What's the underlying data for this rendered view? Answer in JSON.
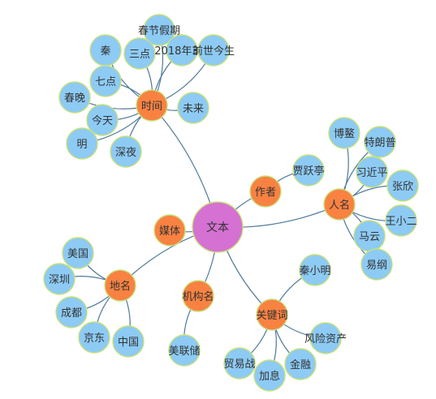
{
  "graph": {
    "center": {
      "id": "wenben",
      "label": "文本"
    },
    "categories": [
      {
        "id": "shijian",
        "label": "时间"
      },
      {
        "id": "zuozhe",
        "label": "作者"
      },
      {
        "id": "renming",
        "label": "人名"
      },
      {
        "id": "meiti",
        "label": "媒体"
      },
      {
        "id": "diming",
        "label": "地名"
      },
      {
        "id": "jigouming",
        "label": "机构名"
      },
      {
        "id": "guanjianci",
        "label": "关键词"
      }
    ],
    "leaves": [
      {
        "id": "chunjiejiaqi",
        "label": "春节假期",
        "parent": "shijian"
      },
      {
        "id": "qin",
        "label": "秦",
        "parent": "shijian"
      },
      {
        "id": "sandian",
        "label": "三点",
        "parent": "shijian"
      },
      {
        "id": "y2018",
        "label": "2018年3点",
        "parent": "shijian"
      },
      {
        "id": "qidian",
        "label": "七点",
        "parent": "shijian"
      },
      {
        "id": "chunwan",
        "label": "春晚",
        "parent": "shijian"
      },
      {
        "id": "qianshi",
        "label": "前世今生",
        "parent": "shijian"
      },
      {
        "id": "jintian",
        "label": "今天",
        "parent": "shijian"
      },
      {
        "id": "weilai",
        "label": "未来",
        "parent": "shijian"
      },
      {
        "id": "ming",
        "label": "明",
        "parent": "shijian"
      },
      {
        "id": "shenye",
        "label": "深夜",
        "parent": "shijian"
      },
      {
        "id": "jiayueting",
        "label": "贾跃亭",
        "parent": "zuozhe"
      },
      {
        "id": "boge",
        "label": "博鳌",
        "parent": "renming"
      },
      {
        "id": "telangpu",
        "label": "特朗普",
        "parent": "renming"
      },
      {
        "id": "xijinping",
        "label": "习近平",
        "parent": "renming"
      },
      {
        "id": "zhangxin",
        "label": "张欣",
        "parent": "renming"
      },
      {
        "id": "wangxiaoer",
        "label": "王小二",
        "parent": "renming"
      },
      {
        "id": "mayun",
        "label": "马云",
        "parent": "renming"
      },
      {
        "id": "yigang",
        "label": "易纲",
        "parent": "renming"
      },
      {
        "id": "meiguo",
        "label": "美国",
        "parent": "diming"
      },
      {
        "id": "shenzhen",
        "label": "深圳",
        "parent": "diming"
      },
      {
        "id": "chengdu",
        "label": "成都",
        "parent": "diming"
      },
      {
        "id": "jingdong",
        "label": "京东",
        "parent": "diming"
      },
      {
        "id": "zhongguo",
        "label": "中国",
        "parent": "diming"
      },
      {
        "id": "meilianchu",
        "label": "美联储",
        "parent": "jigouming"
      },
      {
        "id": "qinxiaoming",
        "label": "秦小明",
        "parent": "guanjianci"
      },
      {
        "id": "fengxian",
        "label": "风险资产",
        "parent": "guanjianci"
      },
      {
        "id": "maoyizhan",
        "label": "贸易战",
        "parent": "guanjianci"
      },
      {
        "id": "jinrong",
        "label": "金融",
        "parent": "guanjianci"
      },
      {
        "id": "jiaxi",
        "label": "加息",
        "parent": "guanjianci"
      }
    ]
  }
}
